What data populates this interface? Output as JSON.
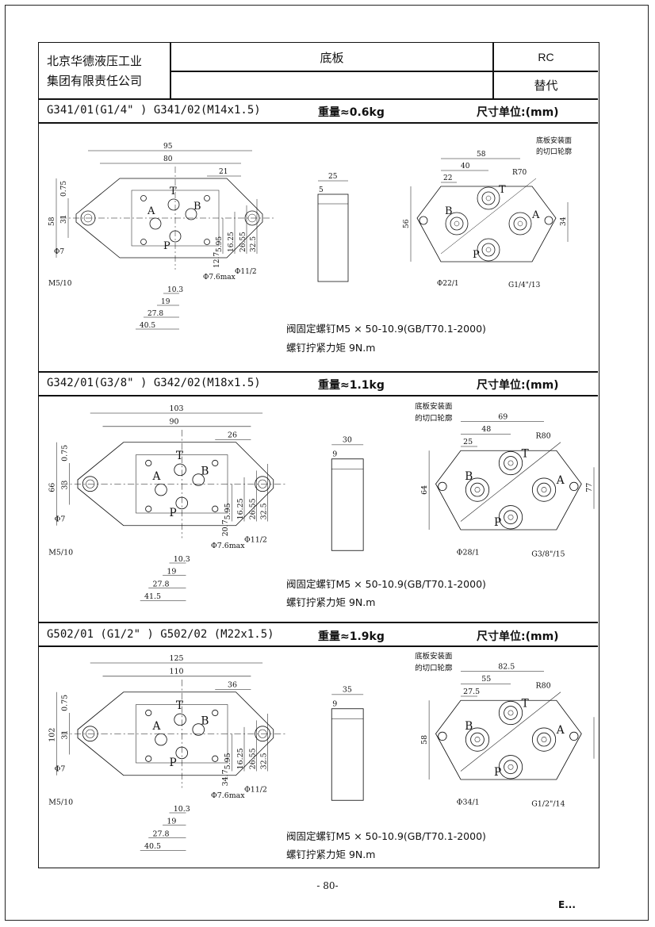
{
  "header": {
    "company_line1": "北京华德液压工业",
    "company_line2": "集团有限责任公司",
    "title": "底板",
    "code": "RC",
    "replace_label": "替代"
  },
  "sections": [
    {
      "models": "G341/01(G1/4\" )  G341/02(M14x1.5)",
      "weight": "重量≈0.6kg",
      "unit": "尺寸单位:(mm)",
      "note_screw": "阀固定螺钉M5 × 50-10.9(GB/T70.1-2000)",
      "note_torque": "螺钉拧紧力矩 9N.m",
      "contour_label_1": "底板安装面",
      "contour_label_2": "的切口轮廓",
      "dims_front": {
        "w_total": "95",
        "w_80": "80",
        "w_21": "21",
        "h_total": "58",
        "h_075": "0.75",
        "h_31": "31",
        "hole_label": "Φ7",
        "screw_label": "M5/10",
        "d_76": "Φ7.6max",
        "d_112": "Φ11/2",
        "v1": "5.95",
        "v2": "16.25",
        "v3": "26.55",
        "v4": "32.5",
        "v5": "12.7",
        "b1": "10.3",
        "b2": "19",
        "b3": "27.8",
        "b4": "40.5"
      },
      "dims_side": {
        "w": "25",
        "w2": "5"
      },
      "dims_top": {
        "w1": "58",
        "w2": "40",
        "w3": "22",
        "r": "R70",
        "h1": "56",
        "h2": "34",
        "pd": "Φ22/1",
        "thread": "G1/4\"/13"
      }
    },
    {
      "models": "G342/01(G3/8\" )  G342/02(M18x1.5)",
      "weight": "重量≈1.1kg",
      "unit": "尺寸单位:(mm)",
      "note_screw": "阀固定螺钉M5 × 50-10.9(GB/T70.1-2000)",
      "note_torque": "螺钉拧紧力矩 9N.m",
      "contour_label_1": "底板安装面",
      "contour_label_2": "的切口轮廓",
      "dims_front": {
        "w_total": "103",
        "w_80": "90",
        "w_21": "26",
        "h_total": "66",
        "h_075": "0.75",
        "h_31": "33",
        "hole_label": "Φ7",
        "screw_label": "M5/10",
        "d_76": "Φ7.6max",
        "d_112": "Φ11/2",
        "v1": "5.95",
        "v2": "16.25",
        "v3": "26.55",
        "v4": "32.5",
        "v5": "20.7",
        "b1": "10.3",
        "b2": "19",
        "b3": "27.8",
        "b4": "41.5"
      },
      "dims_side": {
        "w": "30",
        "w2": "9"
      },
      "dims_top": {
        "w1": "69",
        "w2": "48",
        "w3": "25",
        "r": "R80",
        "h1": "64",
        "h2": "77",
        "pd": "Φ28/1",
        "thread": "G3/8\"/15"
      }
    },
    {
      "models": "G502/01 (G1/2\" )  G502/02 (M22x1.5)",
      "weight": "重量≈1.9kg",
      "unit": "尺寸单位:(mm)",
      "note_screw": "阀固定螺钉M5 × 50-10.9(GB/T70.1-2000)",
      "note_torque": "螺钉拧紧力矩 9N.m",
      "contour_label_1": "底板安装面",
      "contour_label_2": "的切口轮廓",
      "dims_front": {
        "w_total": "125",
        "w_80": "110",
        "w_21": "36",
        "h_total": "102",
        "h_075": "0.75",
        "h_31": "31",
        "hole_label": "Φ7",
        "screw_label": "M5/10",
        "d_76": "Φ7.6max",
        "d_112": "Φ11/2",
        "v1": "5.95",
        "v2": "16.25",
        "v3": "26.55",
        "v4": "32.5",
        "v5": "34.7",
        "b1": "10.3",
        "b2": "19",
        "b3": "27.8",
        "b4": "40.5"
      },
      "dims_side": {
        "w": "35",
        "w2": "9"
      },
      "dims_top": {
        "w1": "82.5",
        "w2": "55",
        "w3": "27.5",
        "r": "R80",
        "h1": "58",
        "h2": "",
        "pd": "Φ34/1",
        "thread": "G1/2\"/14"
      }
    }
  ],
  "port_labels": {
    "A": "A",
    "B": "B",
    "P": "P",
    "T": "T"
  },
  "page_number": "- 80-",
  "corner_mark": "E..."
}
